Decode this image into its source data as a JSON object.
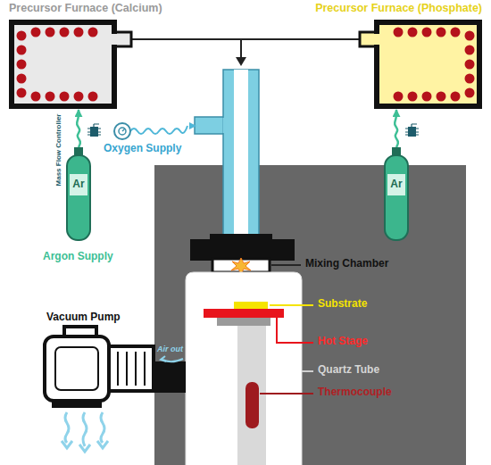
{
  "diagram": {
    "nodes": [
      {
        "text": [
          "Precursor Furnace (Calcium)"
        ]
      },
      {
        "text": [
          "Precursor Furnace (Phosphate)"
        ]
      },
      {
        "text": [
          "Ar"
        ]
      },
      {
        "text": [
          "Ar"
        ]
      }
    ],
    "edges": [
      {
        "from": 2,
        "to": 0,
        "arrow": "to"
      },
      {
        "from": 3,
        "to": 1,
        "arrow": "to"
      }
    ],
    "labels": [
      "Mass Flow Controller",
      "Argon Supply",
      "Oxygen Supply",
      "Mixing Chamber",
      "Substrate",
      "Hot Stage",
      "Quartz Tube",
      "Thermocouple",
      "Vacuum Pump",
      "Air out"
    ]
  }
}
